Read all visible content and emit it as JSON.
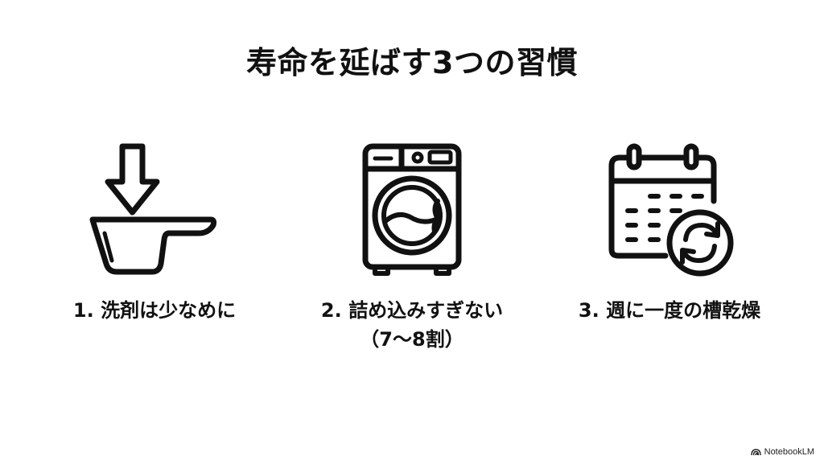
{
  "slide": {
    "title": "寿命を延ばす3つの習慣",
    "background_color": "#ffffff",
    "text_color": "#111111"
  },
  "items": [
    {
      "number": "1.",
      "label": "1. 洗剤は少なめに",
      "sublabel": "",
      "icon": "detergent-scoop-arrow-icon"
    },
    {
      "number": "2.",
      "label": "2. 詰め込みすぎない",
      "sublabel": "（7〜8割）",
      "icon": "washing-machine-icon"
    },
    {
      "number": "3.",
      "label": "3. 週に一度の槽乾燥",
      "sublabel": "",
      "icon": "calendar-refresh-icon"
    }
  ],
  "watermark": {
    "label": "NotebookLM",
    "icon": "notebooklm-logo-icon"
  }
}
